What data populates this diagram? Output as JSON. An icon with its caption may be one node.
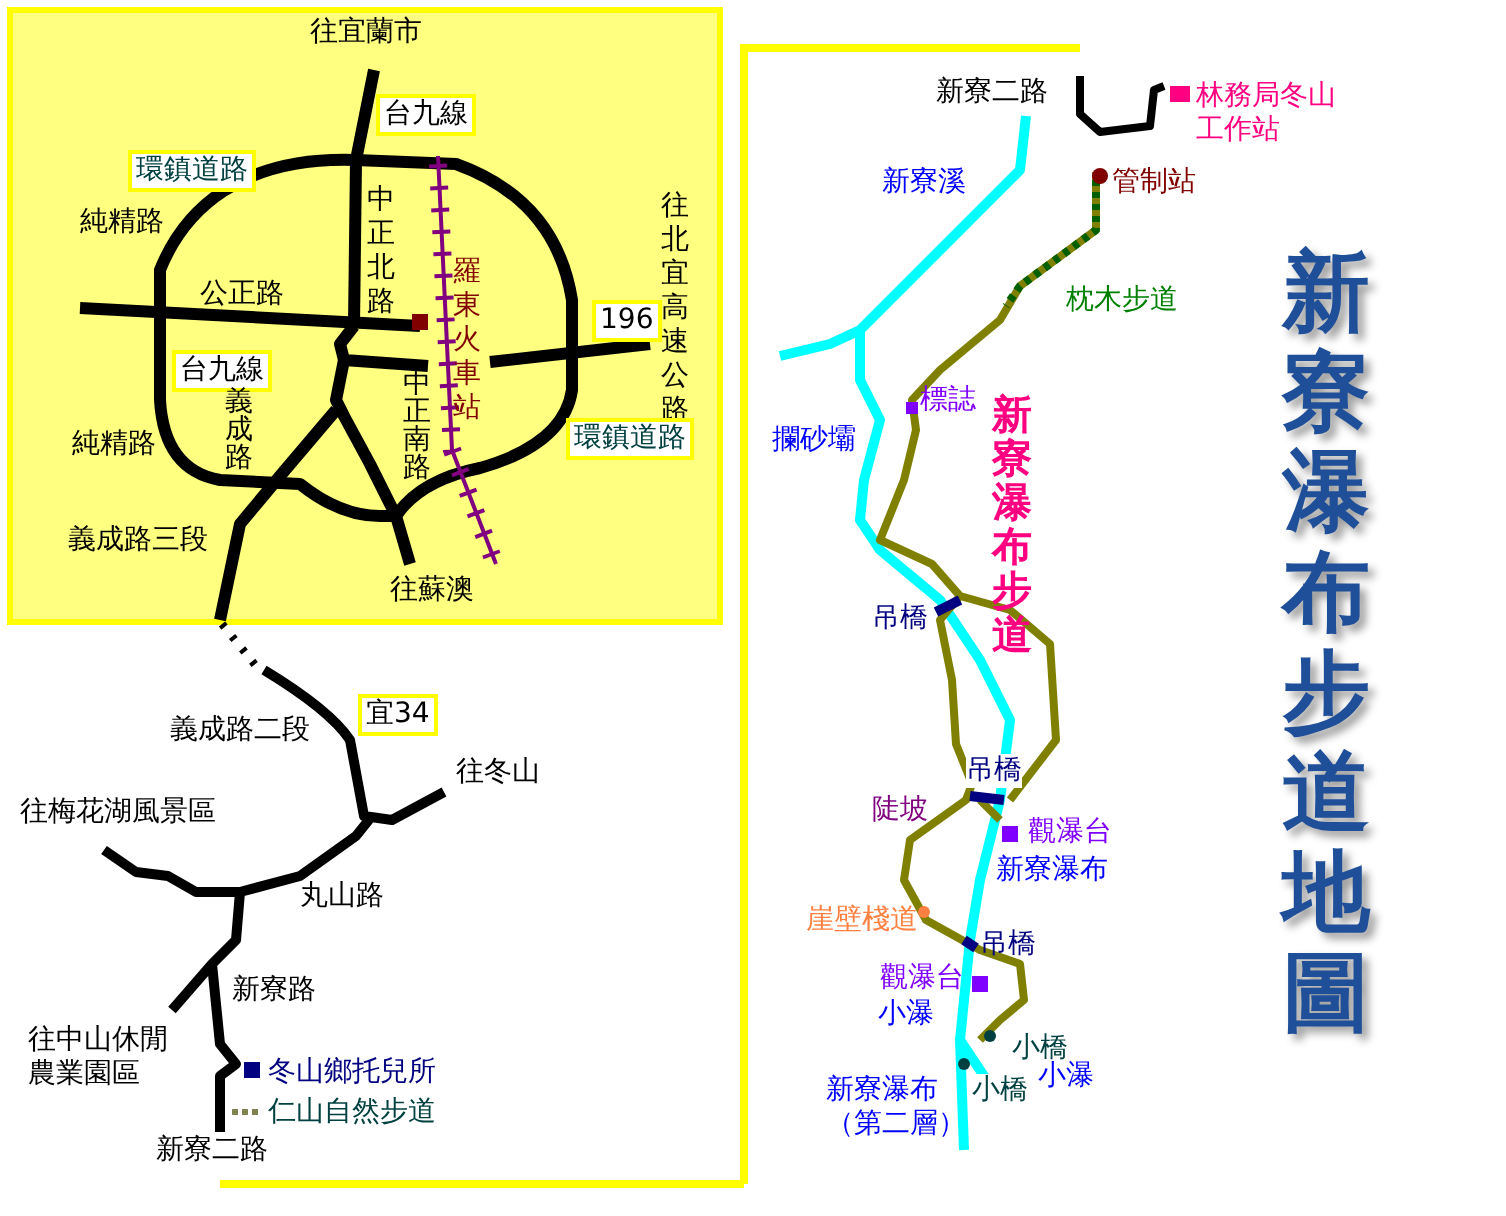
{
  "diagram": {
    "title": "新寮瀑布步道地圖",
    "labels": [
      "往宜蘭市",
      "台九線",
      "環鎮道路",
      "純精路",
      "中正北路",
      "往北宜高速公路",
      "公正路",
      "196",
      "羅東火車站",
      "台九線",
      "中正南路",
      "環鎮道路",
      "純精路",
      "義成路",
      "義成路三段",
      "往蘇澳",
      "義成路二段",
      "宜34",
      "往冬山",
      "往梅花湖風景區",
      "丸山路",
      "新寮路",
      "往中山休閒農業園區",
      "新寮二路",
      "新寮二路",
      "林務局冬山工作站",
      "新寮溪",
      "管制站",
      "枕木步道",
      "標誌",
      "攔砂壩",
      "新寮瀑布步道",
      "吊橋",
      "吊橋",
      "陡坡",
      "觀瀑台",
      "新寮瀑布",
      "崖壁棧道",
      "吊橋",
      "觀瀑台",
      "小瀑",
      "小橋",
      "小橋",
      "小瀑",
      "新寮瀑布（第二層）"
    ],
    "legend": [
      {
        "text": "冬山鄉托兒所",
        "color": "#000080"
      },
      {
        "text": "仁山自然步道"
      }
    ]
  }
}
